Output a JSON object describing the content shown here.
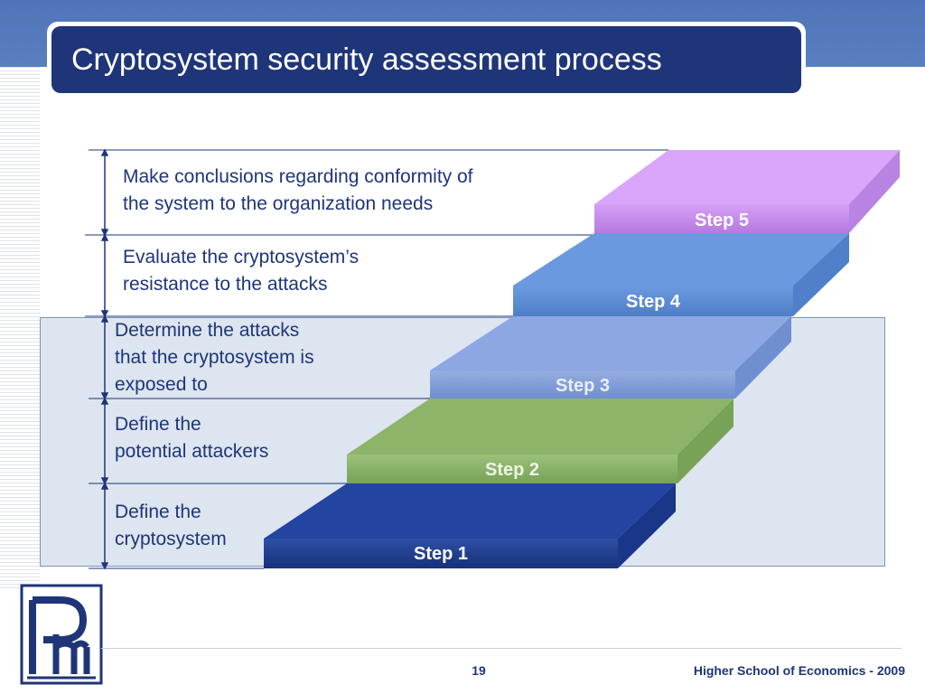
{
  "slide": {
    "title": "Cryptosystem security assessment process",
    "page_number": "19",
    "organization": "Higher School of Economics - 2009"
  },
  "steps": [
    {
      "label": "Step 1",
      "description_lines": [
        "Define the",
        "cryptosystem"
      ],
      "color": "#1f3d8f",
      "label_color": "#ffffff"
    },
    {
      "label": "Step 2",
      "description_lines": [
        "Define the",
        "potential attackers"
      ],
      "color": "#8db56a",
      "label_color": "#eef5e6"
    },
    {
      "label": "Step 3",
      "description_lines": [
        "Determine the attacks",
        "that the cryptosystem is",
        "exposed to"
      ],
      "color": "#7f9fdb",
      "label_color": "#e8efff"
    },
    {
      "label": "Step 4",
      "description_lines": [
        "Evaluate the cryptosystem’s",
        "resistance to  the attacks"
      ],
      "color": "#5b8fd4",
      "label_color": "#ffffff"
    },
    {
      "label": "Step 5",
      "description_lines": [
        "Make conclusions  regarding conformity of",
        "the system to the organization needs"
      ],
      "color": "#c98df2",
      "label_color": "#ffffff"
    }
  ],
  "colors": {
    "title_bg": "#1f3579",
    "header_band": "#4f74b8",
    "text": "#1f3579",
    "panel": "#dde5f0"
  },
  "icons": {
    "logo": "hse-logo",
    "arrows": "double-headed-arrow"
  }
}
